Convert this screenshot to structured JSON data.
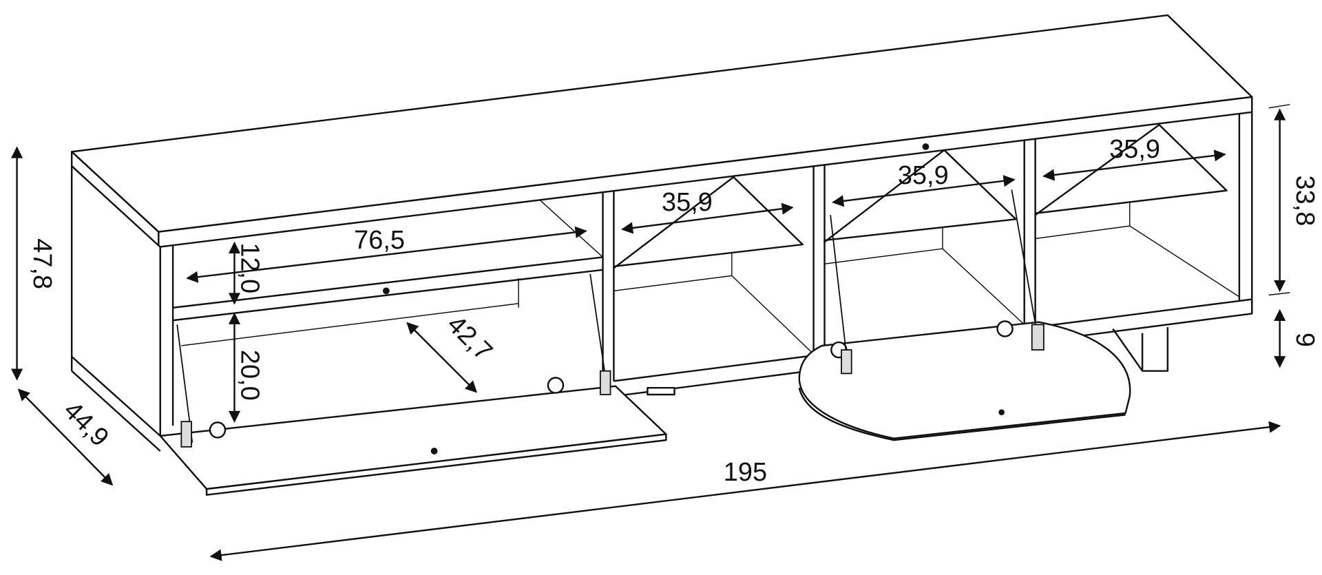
{
  "title": "TV stand dimension drawing",
  "units_note": "",
  "dimensions": {
    "total_height": "47,8",
    "depth": "44,9",
    "total_width": "195",
    "left_compartment_width": "76,5",
    "left_upper_height": "12,0",
    "left_lower_height": "20,0",
    "flap_depth": "42,7",
    "shelf_width_1": "35,9",
    "shelf_width_2": "35,9",
    "shelf_width_3": "35,9",
    "body_height": "33,8",
    "leg_height": "9"
  },
  "colors": {
    "line": "#111111",
    "background": "#ffffff"
  }
}
